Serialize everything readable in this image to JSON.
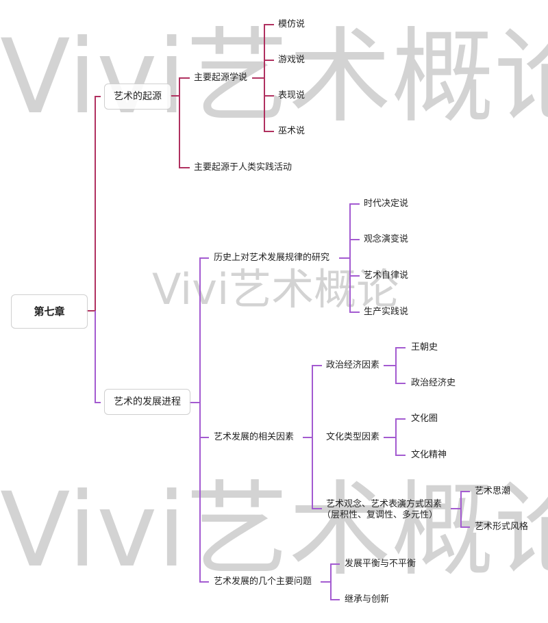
{
  "watermark": {
    "text": "Vivi艺术概论",
    "color": "#d3d3d3"
  },
  "colors": {
    "branch1_line": "#b0305f",
    "branch2_line": "#a35ad0",
    "box_border": "#cfcfcf"
  },
  "mindmap": {
    "root": "第七章",
    "branches": [
      {
        "label": "艺术的起源",
        "children": [
          {
            "label": "主要起源学说",
            "children": [
              {
                "label": "模仿说"
              },
              {
                "label": "游戏说"
              },
              {
                "label": "表现说"
              },
              {
                "label": "巫术说"
              }
            ]
          },
          {
            "label": "主要起源于人类实践活动"
          }
        ]
      },
      {
        "label": "艺术的发展进程",
        "children": [
          {
            "label": "历史上对艺术发展规律的研究",
            "children": [
              {
                "label": "时代决定说"
              },
              {
                "label": "观念演变说"
              },
              {
                "label": "艺术自律说"
              },
              {
                "label": "生产实践说"
              }
            ]
          },
          {
            "label": "艺术发展的相关因素",
            "children": [
              {
                "label": "政治经济因素",
                "children": [
                  {
                    "label": "王朝史"
                  },
                  {
                    "label": "政治经济史"
                  }
                ]
              },
              {
                "label": "文化类型因素",
                "children": [
                  {
                    "label": "文化圈"
                  },
                  {
                    "label": "文化精神"
                  }
                ]
              },
              {
                "label": "艺术观念、艺术表演方式因素",
                "label2": "（层积性、复调性、多元性）",
                "children": [
                  {
                    "label": "艺术思潮"
                  },
                  {
                    "label": "艺术形式风格"
                  }
                ]
              }
            ]
          },
          {
            "label": "艺术发展的几个主要问题",
            "children": [
              {
                "label": "发展平衡与不平衡"
              },
              {
                "label": "继承与创新"
              }
            ]
          }
        ]
      }
    ]
  }
}
